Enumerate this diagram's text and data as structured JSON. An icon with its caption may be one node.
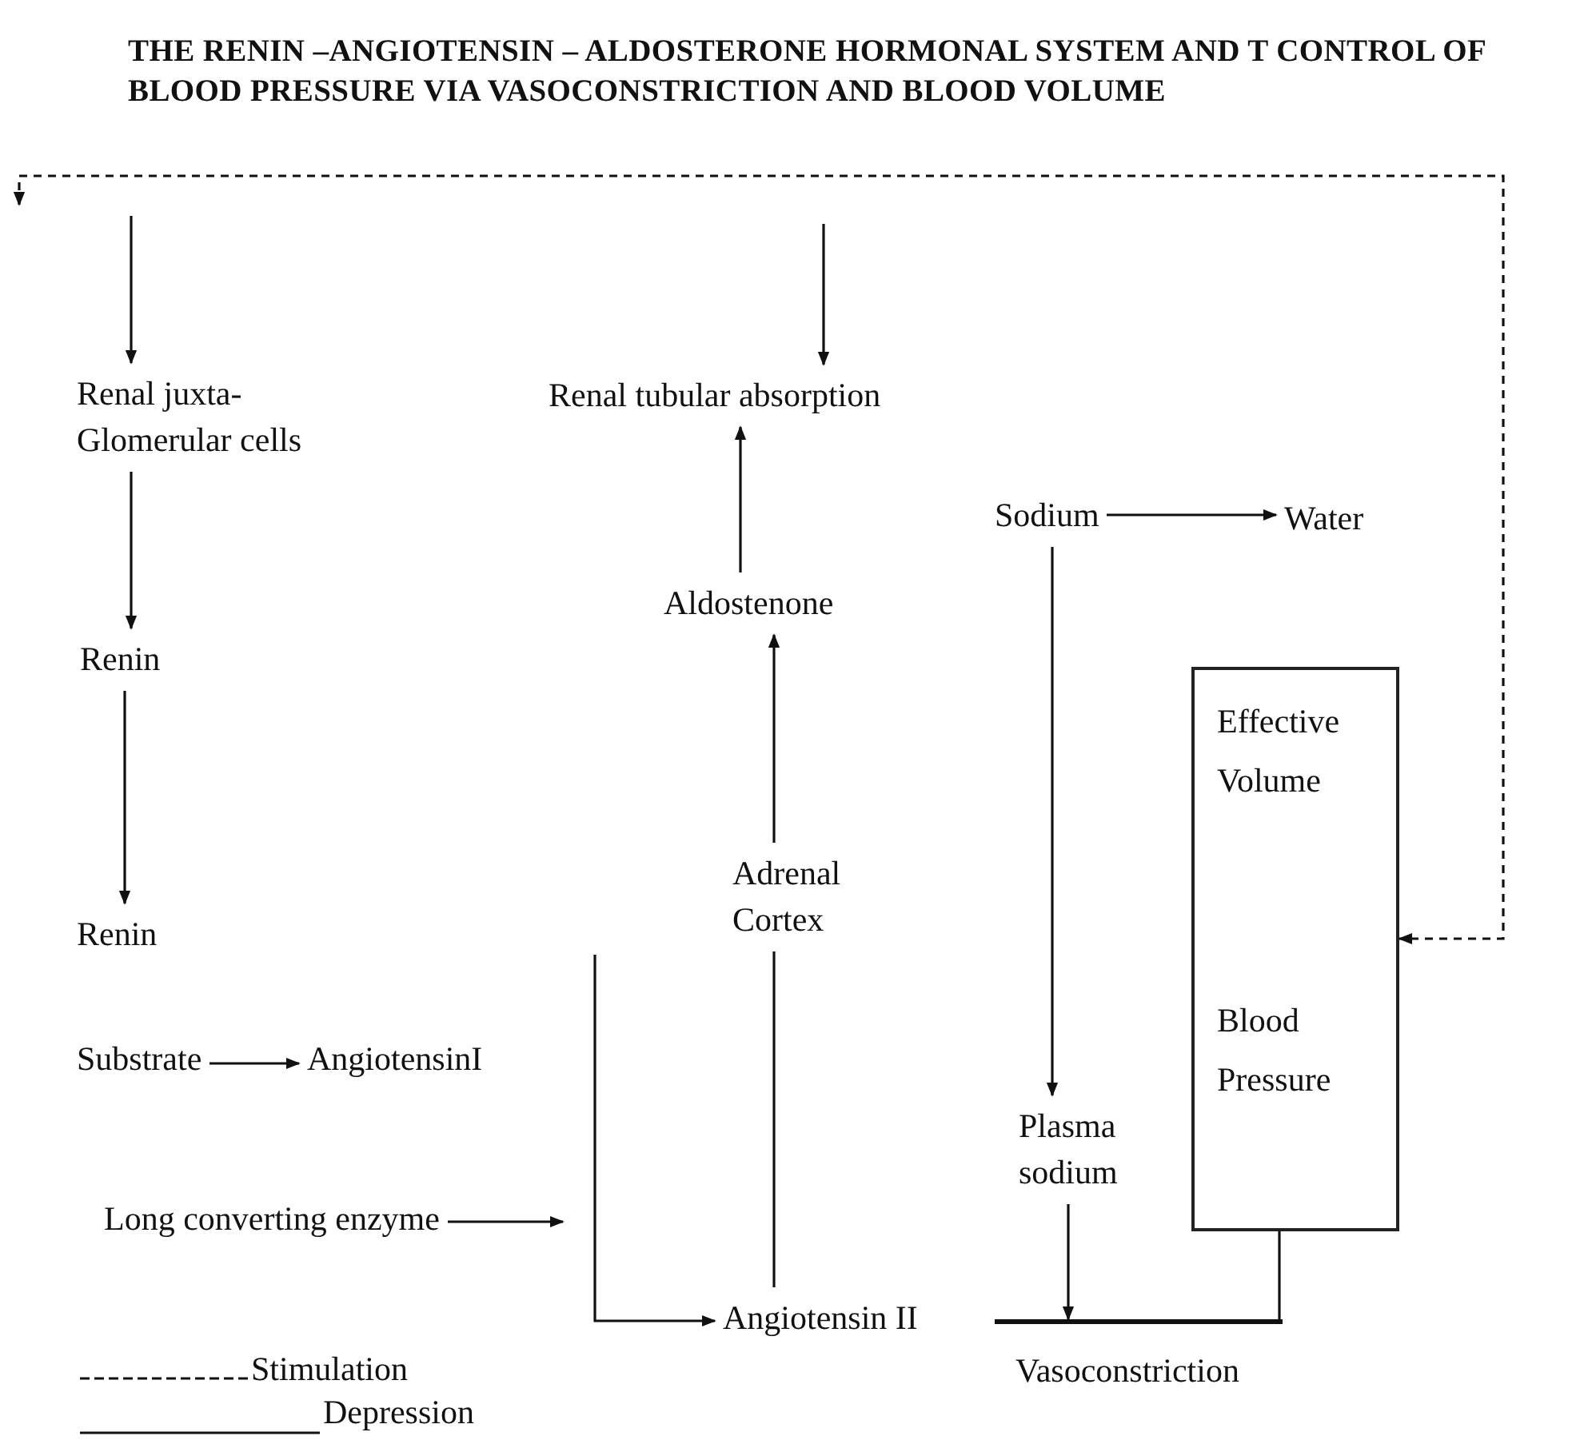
{
  "diagram": {
    "title": "THE RENIN –ANGIOTENSIN – ALDOSTERONE HORMONAL SYSTEM AND T CONTROL OF BLOOD PRESSURE VIA VASOCONSTRICTION AND BLOOD VOLUME",
    "nodes": [
      {
        "text": [
          "Renal juxta- Glomerular cells"
        ]
      },
      {
        "text": [
          "Renin"
        ]
      },
      {
        "text": [
          "Renin"
        ]
      },
      {
        "text": [
          "Substrate"
        ]
      },
      {
        "text": [
          "AngiotensinI"
        ]
      },
      {
        "text": [
          "Long converting enzyme"
        ]
      },
      {
        "text": [
          "Angiotensin II"
        ]
      },
      {
        "text": [
          "Adrenal Cortex"
        ]
      },
      {
        "text": [
          "Aldostenone"
        ]
      },
      {
        "text": [
          "Renal tubular absorption"
        ]
      },
      {
        "text": [
          "Sodium"
        ]
      },
      {
        "text": [
          "Water"
        ]
      },
      {
        "text": [
          "Effective Volume",
          "Blood Pressure"
        ]
      },
      {
        "text": [
          "Plasma sodium"
        ]
      },
      {
        "text": [],
        "shape": "bar",
        "beside": [
          "Vasoconstriction"
        ]
      }
    ],
    "edges": [
      {
        "from": null,
        "to": 0,
        "arrow": "to"
      },
      {
        "from": 0,
        "to": 1,
        "arrow": "to"
      },
      {
        "from": 1,
        "to": 2,
        "arrow": "to"
      },
      {
        "from": 3,
        "to": 4,
        "arrow": "to"
      },
      {
        "from": 5,
        "to": null,
        "arrow": "to"
      },
      {
        "from": null,
        "to": 6,
        "arrow": "to"
      },
      {
        "from": 6,
        "to": 7,
        "arrow": "none"
      },
      {
        "from": 7,
        "to": 8,
        "arrow": "to"
      },
      {
        "from": 8,
        "to": 9,
        "arrow": "to"
      },
      {
        "from": null,
        "to": 9,
        "arrow": "to"
      },
      {
        "from": 10,
        "to": 11,
        "arrow": "to"
      },
      {
        "from": 10,
        "to": 13,
        "arrow": "to"
      },
      {
        "from": 13,
        "to": 14,
        "arrow": "to"
      },
      {
        "from": 14,
        "to": 12,
        "arrow": "none"
      },
      {
        "from": null,
        "to": 12,
        "arrow": "both",
        "style": "dashed"
      }
    ],
    "legend": [
      {
        "text": "Stimulation"
      },
      {
        "text": "Depression"
      }
    ]
  }
}
